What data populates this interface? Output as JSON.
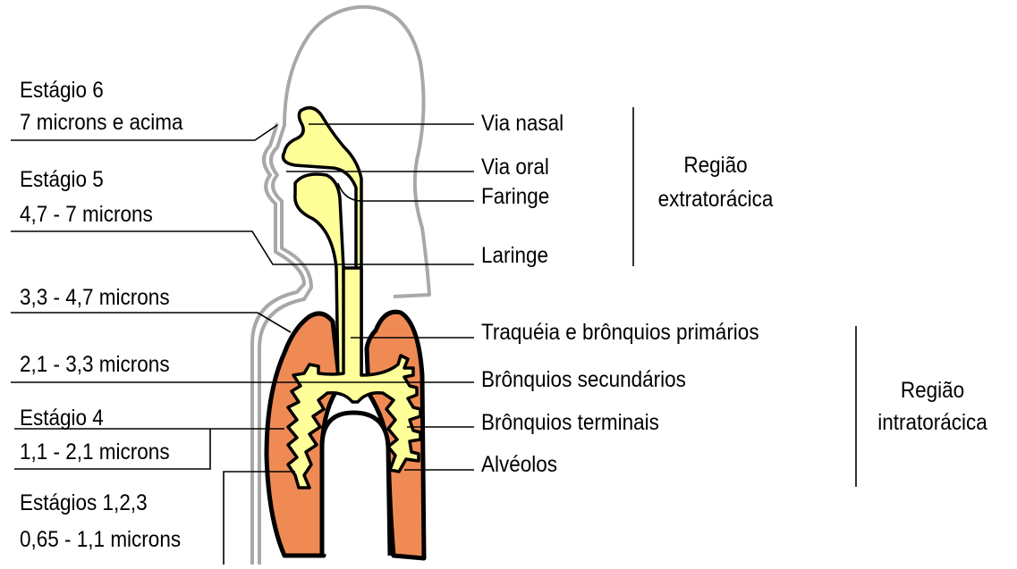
{
  "colors": {
    "body_outline": "#a8a8a8",
    "lung_fill": "#f08a55",
    "airway_fill": "#ffff99",
    "outline": "#000000"
  },
  "left_labels": {
    "stage6_title": "Estágio 6",
    "stage6_range": "7 microns e acima",
    "stage5_title": "Estágio 5",
    "stage5_range": "4,7 - 7 microns",
    "range_3_3": "3,3 - 4,7 microns",
    "range_2_1": "2,1 - 3,3 microns",
    "stage4_title": "Estágio 4",
    "stage4_range": "1,1 - 2,1 microns",
    "stages123_title": "Estágios 1,2,3",
    "stages123_range": "0,65 - 1,1 microns"
  },
  "right_labels": {
    "nasal": "Via nasal",
    "oral": "Via oral",
    "pharynx": "Faringe",
    "larynx": "Laringe",
    "trachea": "Traquéia e brônquios primários",
    "secondary": "Brônquios secundários",
    "terminal": "Brônquios terminais",
    "alveoli": "Alvéolos"
  },
  "regions": {
    "extra_line1": "Região",
    "extra_line2": "extratorácica",
    "intra_line1": "Região",
    "intra_line2": "intratorácica"
  }
}
